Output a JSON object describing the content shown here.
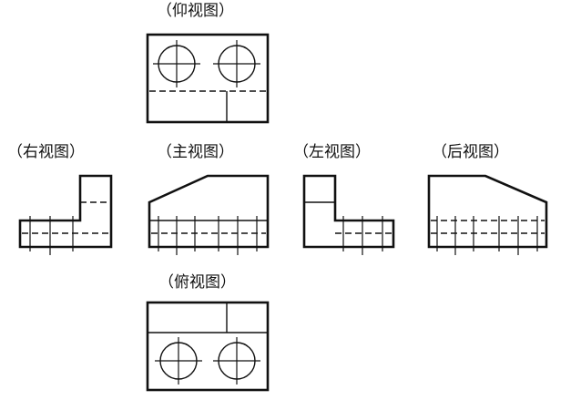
{
  "views": {
    "bottom": "（仰视图）",
    "right": "（右视图）",
    "front": "（主视图）",
    "left": "（左视图）",
    "rear": "（后视图）",
    "top": "（俯视图）"
  },
  "colors": {
    "line": "#111111",
    "background": "#ffffff"
  }
}
